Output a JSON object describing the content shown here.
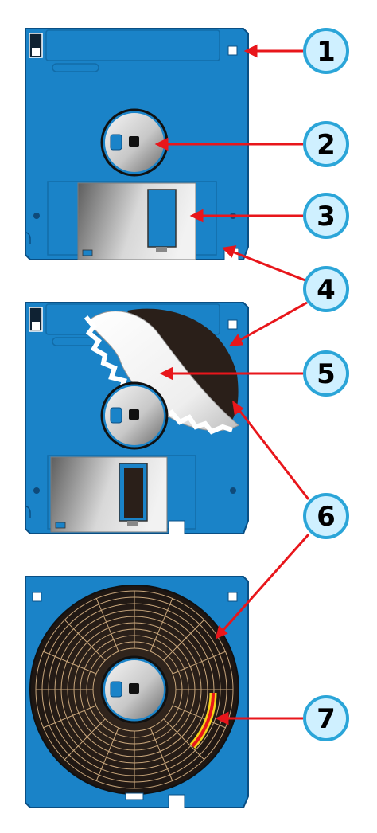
{
  "colors": {
    "disk_blue": "#1A83C8",
    "disk_edge": "#0A4F84",
    "arrow_red": "#E8161B",
    "callout_fill": "#CFF0FF",
    "callout_stroke": "#2BA5D8",
    "media_brown": "#2A1F19",
    "track_tan": "#C9A77C",
    "sector_red": "#E8161B",
    "sector_yellow": "#F5D31A",
    "shutter_light": "#E4E4E4",
    "shutter_dark": "#5E5E5E",
    "hub_light": "#EAEAEA",
    "hub_dark": "#6B6B6B"
  },
  "callouts": [
    {
      "number": "1",
      "part": "write-protect-tab"
    },
    {
      "number": "2",
      "part": "hub"
    },
    {
      "number": "3",
      "part": "shutter"
    },
    {
      "number": "4",
      "part": "plastic-housing"
    },
    {
      "number": "5",
      "part": "paper-ring"
    },
    {
      "number": "6",
      "part": "magnetic-disk"
    },
    {
      "number": "7",
      "part": "disk-sector"
    }
  ]
}
